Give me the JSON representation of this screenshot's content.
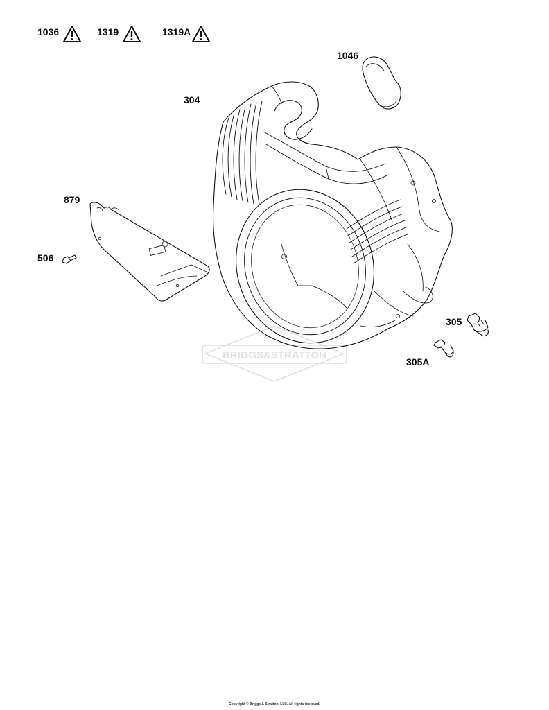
{
  "callouts": {
    "p1036": "1036",
    "p1319": "1319",
    "p1319a": "1319A",
    "p1046": "1046",
    "p304": "304",
    "p879": "879",
    "p506": "506",
    "p305": "305",
    "p305a": "305A"
  },
  "warning_icon": "warning-triangle-icon",
  "watermark": "BRIGGS&STRATTON",
  "copyright": "Copyright © Briggs & Stratton, LLC. All rights reserved."
}
